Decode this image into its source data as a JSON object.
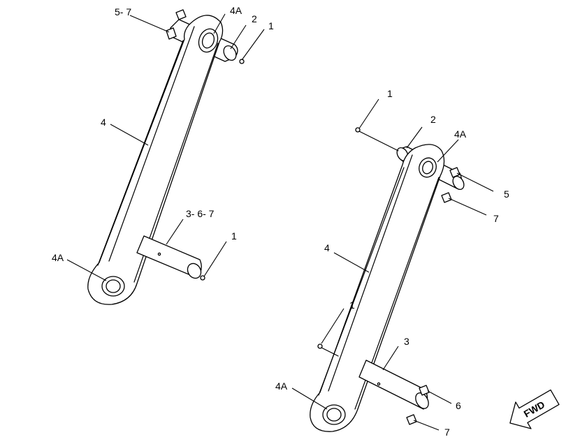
{
  "left_assembly": {
    "callouts": {
      "c57": "5- 7",
      "c4a_top": "4A",
      "c2": "2",
      "c1_top": "1",
      "c4": "4",
      "c367": "3- 6- 7",
      "c1_bottom": "1",
      "c4a_bottom": "4A"
    }
  },
  "right_assembly": {
    "callouts": {
      "c1_top": "1",
      "c2": "2",
      "c4a_top": "4A",
      "c5": "5",
      "c7_top": "7",
      "c4": "4",
      "c1_mid": "1",
      "c3": "3",
      "c4a_bottom": "4A",
      "c6": "6",
      "c7_bottom": "7"
    }
  },
  "fwd_arrow": {
    "label": "FWD"
  }
}
